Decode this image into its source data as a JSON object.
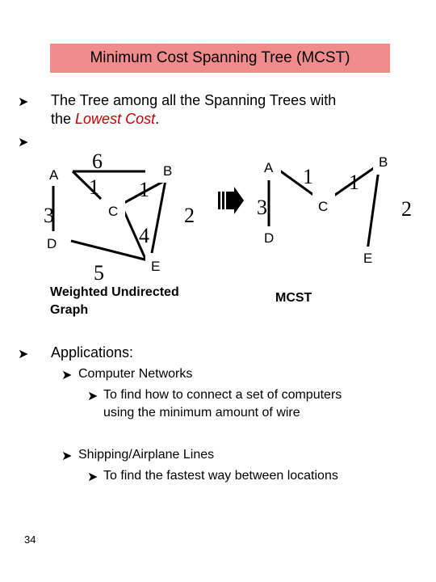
{
  "title": "Minimum Cost Spanning Tree (MCST)",
  "intro": {
    "line1": "The Tree among all the Spanning Trees with",
    "line2_prefix": "the ",
    "line2_emph": "Lowest Cost",
    "line2_suffix": "."
  },
  "left_graph": {
    "caption_line1": "Weighted Undirected",
    "caption_line2": "Graph",
    "nodes": [
      "A",
      "B",
      "C",
      "D",
      "E"
    ],
    "edges": [
      {
        "from": "A",
        "to": "B",
        "weight": "6"
      },
      {
        "from": "A",
        "to": "C",
        "weight": "1"
      },
      {
        "from": "C",
        "to": "B",
        "weight": "1"
      },
      {
        "from": "A",
        "to": "D",
        "weight": "3"
      },
      {
        "from": "B",
        "to": "E",
        "weight": "2"
      },
      {
        "from": "C",
        "to": "E",
        "weight": "4"
      },
      {
        "from": "D",
        "to": "E",
        "weight": "5"
      }
    ]
  },
  "right_graph": {
    "caption": "MCST",
    "nodes": [
      "A",
      "B",
      "C",
      "D",
      "E"
    ],
    "edges": [
      {
        "from": "A",
        "to": "C",
        "weight": "1"
      },
      {
        "from": "C",
        "to": "B",
        "weight": "1"
      },
      {
        "from": "A",
        "to": "D",
        "weight": "3"
      },
      {
        "from": "B",
        "to": "E",
        "weight": "2"
      }
    ]
  },
  "applications": {
    "heading": "Applications:",
    "items": [
      {
        "label": "Computer Networks",
        "sub_line1": "To find how to connect a set of computers",
        "sub_line2": "using the minimum amount of wire"
      },
      {
        "label": "Shipping/Airplane Lines",
        "sub_line1": "To find the fastest way between locations"
      }
    ]
  },
  "page_number": "34",
  "colors": {
    "title_bg": "#f08c8c",
    "emphasis": "#c00000"
  }
}
